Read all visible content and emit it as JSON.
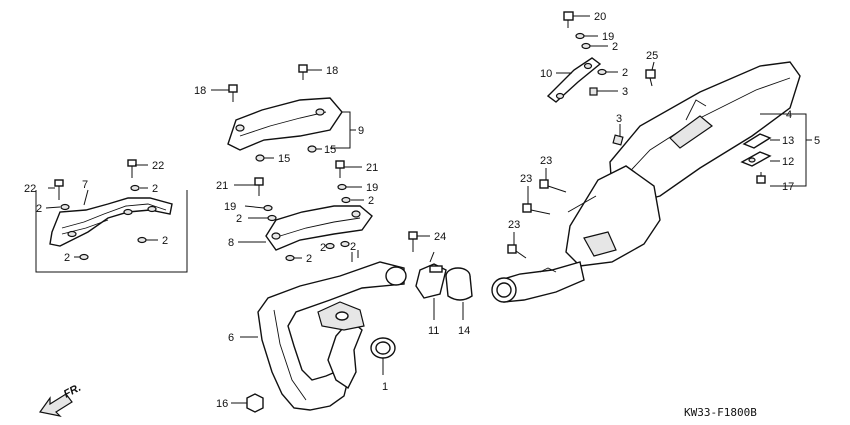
{
  "diagram": {
    "code": "KW33-F1800B",
    "direction_label": "FR.",
    "callouts": [
      {
        "id": "c1",
        "label": "1"
      },
      {
        "id": "c2a",
        "label": "2"
      },
      {
        "id": "c2b",
        "label": "2"
      },
      {
        "id": "c2c",
        "label": "2"
      },
      {
        "id": "c2d",
        "label": "2"
      },
      {
        "id": "c2e",
        "label": "2"
      },
      {
        "id": "c2f",
        "label": "2"
      },
      {
        "id": "c2g",
        "label": "2"
      },
      {
        "id": "c2h",
        "label": "2"
      },
      {
        "id": "c2i",
        "label": "2"
      },
      {
        "id": "c2j",
        "label": "2"
      },
      {
        "id": "c2k",
        "label": "2"
      },
      {
        "id": "c3a",
        "label": "3"
      },
      {
        "id": "c3b",
        "label": "3"
      },
      {
        "id": "c4",
        "label": "4"
      },
      {
        "id": "c5",
        "label": "5"
      },
      {
        "id": "c6",
        "label": "6"
      },
      {
        "id": "c7",
        "label": "7"
      },
      {
        "id": "c8",
        "label": "8"
      },
      {
        "id": "c9",
        "label": "9"
      },
      {
        "id": "c10",
        "label": "10"
      },
      {
        "id": "c11",
        "label": "11"
      },
      {
        "id": "c12",
        "label": "12"
      },
      {
        "id": "c13",
        "label": "13"
      },
      {
        "id": "c14",
        "label": "14"
      },
      {
        "id": "c15a",
        "label": "15"
      },
      {
        "id": "c15b",
        "label": "15"
      },
      {
        "id": "c16",
        "label": "16"
      },
      {
        "id": "c17",
        "label": "17"
      },
      {
        "id": "c18a",
        "label": "18"
      },
      {
        "id": "c18b",
        "label": "18"
      },
      {
        "id": "c19a",
        "label": "19"
      },
      {
        "id": "c19b",
        "label": "19"
      },
      {
        "id": "c19c",
        "label": "19"
      },
      {
        "id": "c20",
        "label": "20"
      },
      {
        "id": "c21a",
        "label": "21"
      },
      {
        "id": "c21b",
        "label": "21"
      },
      {
        "id": "c22a",
        "label": "22"
      },
      {
        "id": "c22b",
        "label": "22"
      },
      {
        "id": "c23a",
        "label": "23"
      },
      {
        "id": "c23b",
        "label": "23"
      },
      {
        "id": "c23c",
        "label": "23"
      },
      {
        "id": "c24",
        "label": "24"
      },
      {
        "id": "c25",
        "label": "25"
      }
    ]
  }
}
